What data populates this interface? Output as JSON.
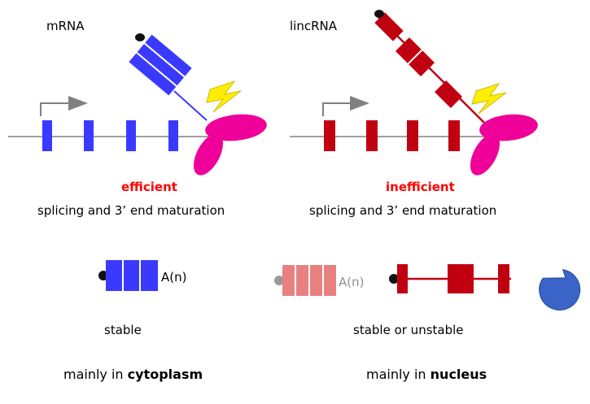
{
  "left_panel": {
    "title": "mRNA",
    "efficiency_label": "efficient",
    "process_label": "splicing and 3’ end maturation",
    "polyA_label": "A(n)",
    "stability_label": "stable",
    "localization_prefix": "mainly in",
    "localization_location": "cytoplasm"
  },
  "right_panel": {
    "title": "lincRNA",
    "efficiency_label": "inefficient",
    "process_label": "splicing and 3’ end maturation",
    "polyA_label": "A(n)",
    "stability_label": "stable or unstable",
    "localization_prefix": "mainly in",
    "localization_location": "nucleus"
  },
  "colors": {
    "mrna_exon": "#3a3aff",
    "lincrna_exon": "#c00010",
    "lincrna_faded": "#e88080",
    "polymerase": "#ee0099",
    "lightning": "#ffee00",
    "degrader": "#3a64c8",
    "promoter_arrow": "#808080",
    "highlight_text": "#ff0000",
    "backbone": "#808080"
  },
  "icons": [
    "promoter-arrow-icon",
    "lightning-icon",
    "polymerase-icon",
    "cap-icon",
    "degrader-pacman-icon"
  ]
}
